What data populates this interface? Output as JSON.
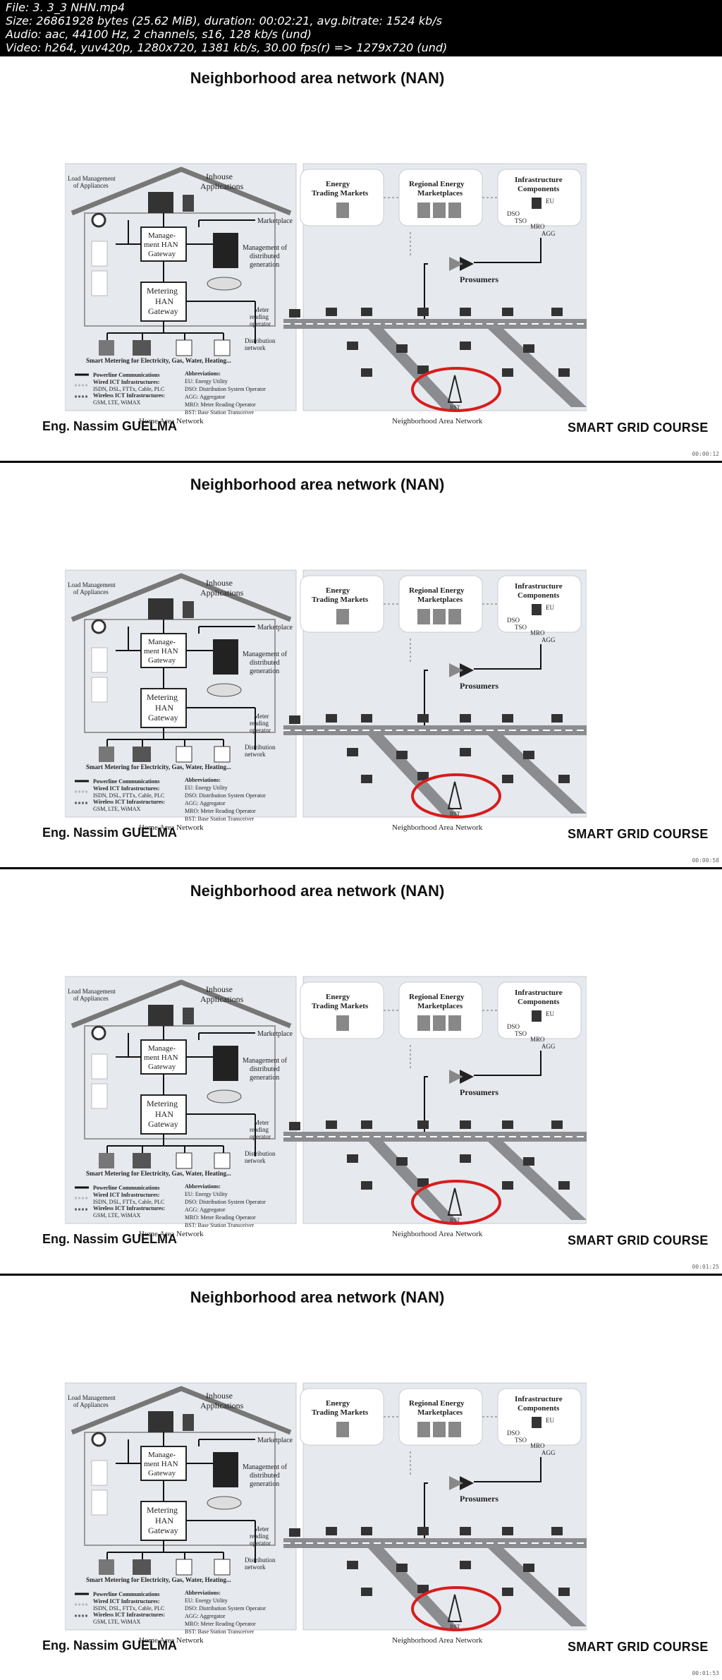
{
  "file_info": {
    "line1": "File: 3. 3_3 NHN.mp4",
    "line2": "Size: 26861928 bytes (25.62 MiB), duration: 00:02:21, avg.bitrate: 1524 kb/s",
    "line3": "Audio: aac, 44100 Hz, 2 channels, s16, 128 kb/s (und)",
    "line4": "Video: h264, yuv420p, 1280x720, 1381 kb/s, 30.00 fps(r) => 1279x720 (und)"
  },
  "slide": {
    "title": "Neighborhood area network (NAN)",
    "author": "Eng. Nassim GUELMA",
    "course": "SMART GRID COURSE"
  },
  "diagram": {
    "load_management": "Load Management",
    "of_appliances": "of Appliances",
    "inhouse": "Inhouse",
    "applications": "Applications",
    "marketplace": "Marketplace",
    "han1": "Manage-",
    "han2": "ment HAN",
    "han3": "Gateway",
    "met1": "Metering",
    "met2": "HAN",
    "met3": "Gateway",
    "mgmt1": "Management of",
    "mgmt2": "distributed",
    "mgmt3": "generation",
    "meter1": "Meter",
    "meter2": "reading",
    "meter3": "operator",
    "dist1": "Distribution",
    "dist2": "network",
    "smart_metering": "Smart Metering for Electricity, Gas, Water, Heating...",
    "powerline": "Powerline Communications",
    "wired": "Wired ICT Infrastructures:",
    "wired_list": "ISDN, DSL, FTTx, Cable, PLC",
    "wireless": "Wireless ICT Infrastructures:",
    "wireless_list": "GSM, LTE, WiMAX",
    "abbreviations": "Abbreviations:",
    "abbr_eu": "EU: Energy Utility",
    "abbr_dso": "DSO: Distribution System Operator",
    "abbr_agg": "AGG: Aggregator",
    "abbr_mro": "MRO: Meter Reading Operator",
    "abbr_bst": "BST: Base Station Transceiver",
    "home_area_network": "Home Area Network",
    "energy1": "Energy",
    "energy2": "Trading Markets",
    "regional1": "Regional Energy",
    "regional2": "Marketplaces",
    "infra1": "Infrastructure",
    "infra2": "Components",
    "eu": "EU",
    "dso": "DSO",
    "tso": "TSO",
    "mro": "MRO",
    "agg": "AGG",
    "prosumers": "Prosumers",
    "bst": "BST",
    "neighborhood_area_network": "Neighborhood Area Network"
  },
  "slides": [
    {
      "timestamp": "00:00:12"
    },
    {
      "timestamp": "00:00:58"
    },
    {
      "timestamp": "00:01:25"
    },
    {
      "timestamp": "00:01:53"
    }
  ],
  "colors": {
    "ring": "#d81c1c",
    "panel": "#e6e9ee",
    "road": "#8a8c90"
  }
}
